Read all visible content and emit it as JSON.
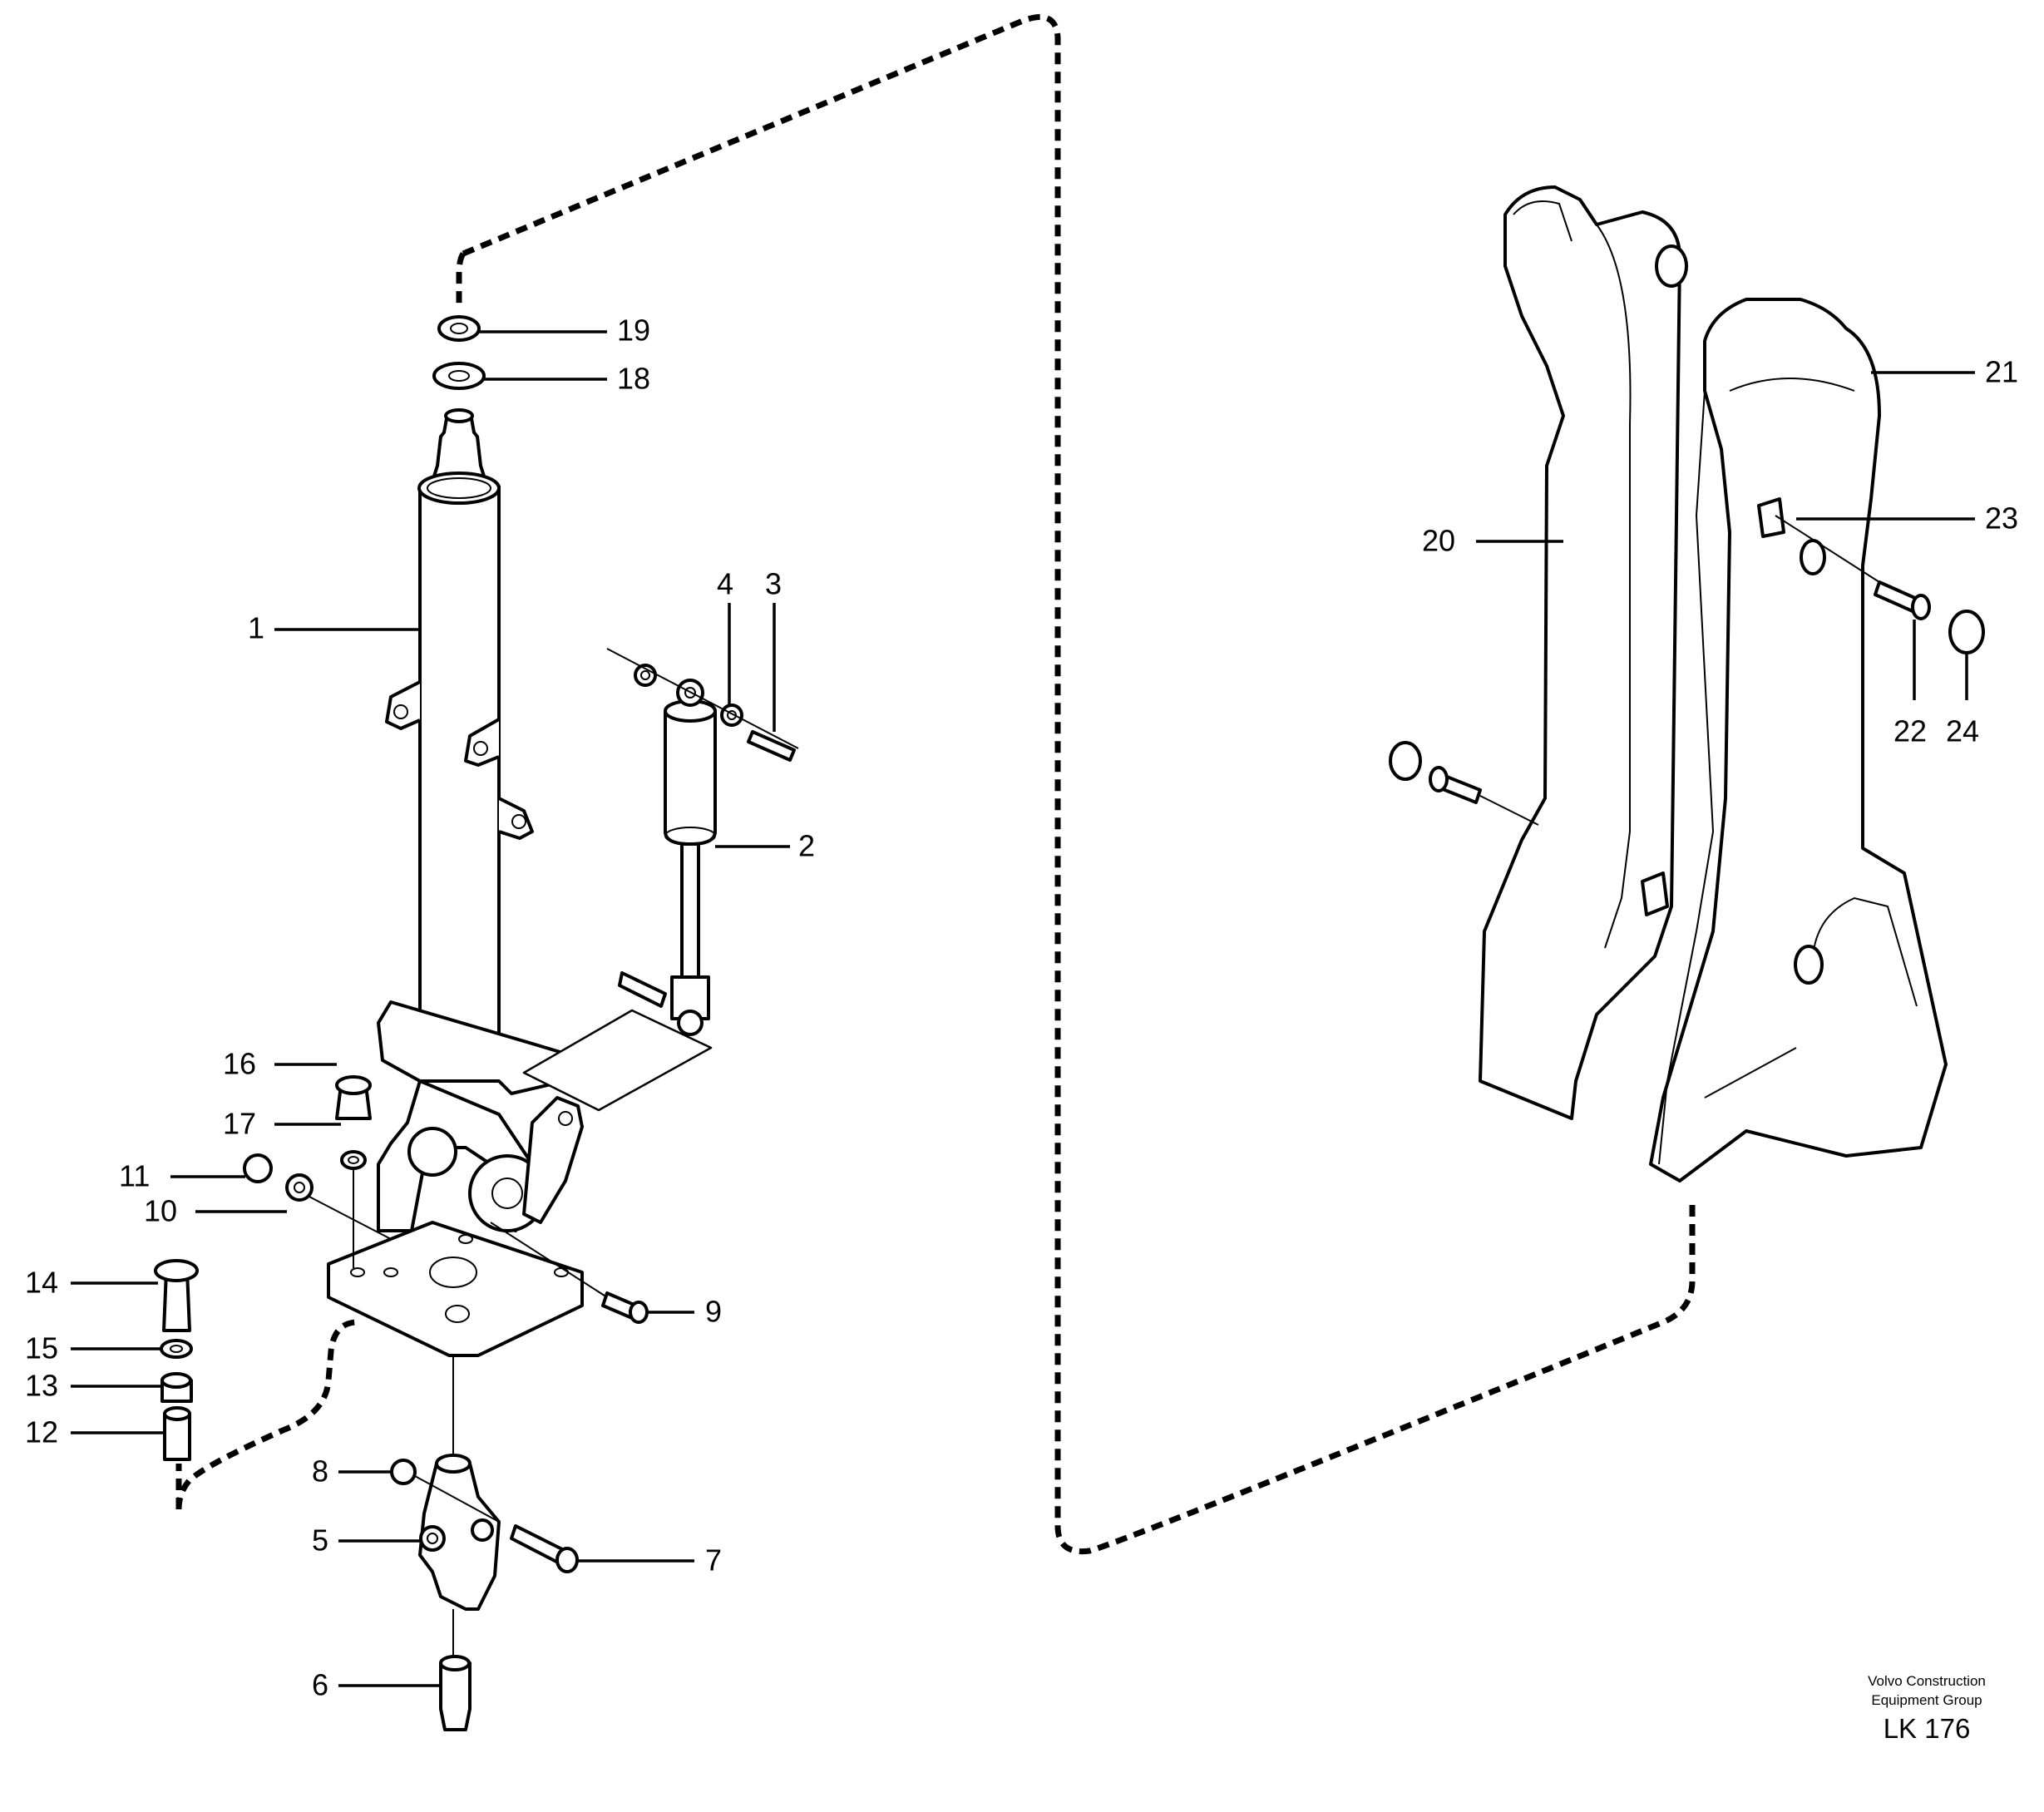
{
  "diagram": {
    "callouts": [
      {
        "id": "callout-1",
        "label": "1"
      },
      {
        "id": "callout-2",
        "label": "2"
      },
      {
        "id": "callout-3",
        "label": "3"
      },
      {
        "id": "callout-4",
        "label": "4"
      },
      {
        "id": "callout-5",
        "label": "5"
      },
      {
        "id": "callout-6",
        "label": "6"
      },
      {
        "id": "callout-7",
        "label": "7"
      },
      {
        "id": "callout-8",
        "label": "8"
      },
      {
        "id": "callout-9",
        "label": "9"
      },
      {
        "id": "callout-10",
        "label": "10"
      },
      {
        "id": "callout-11",
        "label": "11"
      },
      {
        "id": "callout-12",
        "label": "12"
      },
      {
        "id": "callout-13",
        "label": "13"
      },
      {
        "id": "callout-14",
        "label": "14"
      },
      {
        "id": "callout-15",
        "label": "15"
      },
      {
        "id": "callout-16",
        "label": "16"
      },
      {
        "id": "callout-17",
        "label": "17"
      },
      {
        "id": "callout-18",
        "label": "18"
      },
      {
        "id": "callout-19",
        "label": "19"
      },
      {
        "id": "callout-20",
        "label": "20"
      },
      {
        "id": "callout-21",
        "label": "21"
      },
      {
        "id": "callout-22",
        "label": "22"
      },
      {
        "id": "callout-23",
        "label": "23"
      },
      {
        "id": "callout-24",
        "label": "24"
      }
    ]
  },
  "credit": {
    "line1": "Volvo Construction",
    "line2": "Equipment Group",
    "reference": "LK 176"
  }
}
